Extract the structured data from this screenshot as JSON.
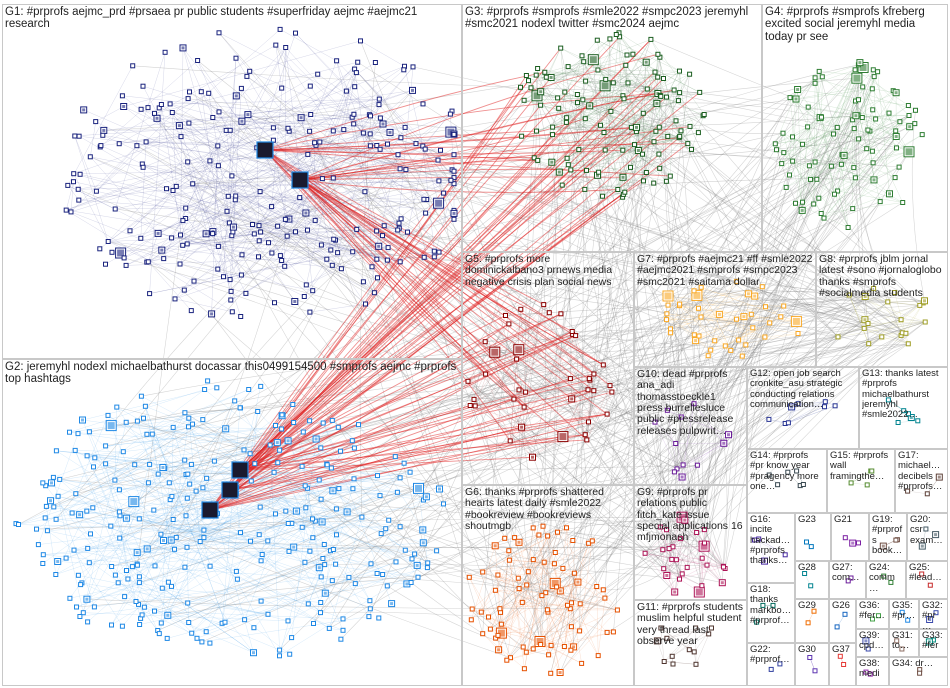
{
  "groups": [
    {
      "id": "G1",
      "label": "G1: #prprofs aejmc_prd #prsaea pr public students #superfriday aejmc #aejmc21 research",
      "color": "#1a237e",
      "nodes": 260
    },
    {
      "id": "G2",
      "label": "G2: jeremyhl nodexl michaelbathurst docassar this0499154500 #smprofs aejmc #prprofs top hashtags",
      "color": "#1e88e5",
      "nodes": 300
    },
    {
      "id": "G3",
      "label": "G3: #prprofs #smprofs #smle2022 #smpc2023 jeremyhl #smc2021 nodexl twitter #smc2024 aejmc",
      "color": "#1b5e20",
      "nodes": 120
    },
    {
      "id": "G4",
      "label": "G4: #prprofs #smprofs kfreberg excited social jeremyhl media today pr see",
      "color": "#2e7d32",
      "nodes": 90
    },
    {
      "id": "G5",
      "label": "G5: #prprofs more dominickalbano3 prnews media negative crisis plan social news",
      "color": "#8b0000",
      "nodes": 40
    },
    {
      "id": "G6",
      "label": "G6: thanks #prprofs shattered hearts latest daily #smle2022 #bookreview #bookreviews shoutmgb",
      "color": "#e65100",
      "nodes": 80
    },
    {
      "id": "G7",
      "label": "G7: #prprofs #aejmc21 #ff #smle2022 #aejmc2021 #smprofs #smpc2023 #smc2021 #saitama dollar",
      "color": "#f9a825",
      "nodes": 40
    },
    {
      "id": "G8",
      "label": "G8: #prprofs jblm jornal latest #sono #jornaloglobo thanks #smprofs #socialmedia students",
      "color": "#9e9d24",
      "nodes": 20
    },
    {
      "id": "G9",
      "label": "G9: #prprofs pr relations public fitch_kate issue special applications 16 mfjmonash",
      "color": "#ad1457",
      "nodes": 30
    },
    {
      "id": "G10",
      "label": "G10: dead #prprofs ana_adi thomasstoeckle1 press burrellesluce public #pressrelease releases pulpwrit…",
      "color": "#6a1b9a",
      "nodes": 12
    },
    {
      "id": "G11",
      "label": "G11: #prprofs students muslim helpful student very thread last observe year",
      "color": "#4e342e",
      "nodes": 12
    },
    {
      "id": "G12",
      "label": "G12: open job search cronkite_asu strategic conducting relations communication…",
      "color": "#283593",
      "nodes": 8
    },
    {
      "id": "G13",
      "label": "G13: thanks latest #prprofs michaelbathurst jeremyhl #smle2022…",
      "color": "#00838f",
      "nodes": 6
    },
    {
      "id": "G14",
      "label": "G14: #prprofs #pr know year #pragency more one…",
      "color": "#37474f",
      "nodes": 6
    },
    {
      "id": "G15",
      "label": "G15: #prprofs wall framingthe…",
      "color": "#558b2f",
      "nodes": 4
    },
    {
      "id": "G16",
      "label": "G16: incite hackad… #prprofs thanks…",
      "color": "#4527a0",
      "nodes": 4
    },
    {
      "id": "G17",
      "label": "G17: michael… decibels #prprofs…",
      "color": "#5d4037",
      "nodes": 3
    },
    {
      "id": "G18",
      "label": "G18: thanks markbo… #prprof…",
      "color": "#00695c",
      "nodes": 3
    },
    {
      "id": "G19",
      "label": "G19: #prprofs book…",
      "color": "#6d4c41",
      "nodes": 3
    },
    {
      "id": "G20",
      "label": "G20: csr exam…",
      "color": "#455a64",
      "nodes": 3
    },
    {
      "id": "G21",
      "label": "G21",
      "color": "#7b1fa2",
      "nodes": 3
    },
    {
      "id": "G22",
      "label": "G22: #prprof…",
      "color": "#303f9f",
      "nodes": 2
    },
    {
      "id": "G23",
      "label": "G23",
      "color": "#0277bd",
      "nodes": 2
    },
    {
      "id": "G24",
      "label": "G24: comm…",
      "color": "#2e7d32",
      "nodes": 2
    },
    {
      "id": "G25",
      "label": "G25: #lead…",
      "color": "#c62828",
      "nodes": 2
    },
    {
      "id": "G26",
      "label": "G26",
      "color": "#1565c0",
      "nodes": 2
    },
    {
      "id": "G27",
      "label": "G27: com…",
      "color": "#6a1b9a",
      "nodes": 2
    },
    {
      "id": "G28",
      "label": "G28",
      "color": "#00838f",
      "nodes": 2
    },
    {
      "id": "G29",
      "label": "G29",
      "color": "#ef6c00",
      "nodes": 2
    },
    {
      "id": "G30",
      "label": "G30",
      "color": "#5e35b1",
      "nodes": 2
    },
    {
      "id": "G31",
      "label": "G31: to…",
      "color": "#8d6e63",
      "nodes": 2
    },
    {
      "id": "G32",
      "label": "G32: #pr…",
      "color": "#3949ab",
      "nodes": 2
    },
    {
      "id": "G33",
      "label": "G33: #fer…",
      "color": "#00897b",
      "nodes": 2
    },
    {
      "id": "G34",
      "label": "G34: dr…",
      "color": "#6d4c41",
      "nodes": 2
    },
    {
      "id": "G35",
      "label": "G35: #pr…",
      "color": "#1e88e5",
      "nodes": 2
    },
    {
      "id": "G36",
      "label": "G36: #fer…",
      "color": "#43a047",
      "nodes": 2
    },
    {
      "id": "G37",
      "label": "G37",
      "color": "#e53935",
      "nodes": 2
    },
    {
      "id": "G38",
      "label": "G38: medi…",
      "color": "#8e24aa",
      "nodes": 2
    },
    {
      "id": "G39",
      "label": "G39: cpd…",
      "color": "#3949ab",
      "nodes": 2
    }
  ],
  "edge_colors": {
    "cross": "#808080",
    "highlight": "#e02020"
  }
}
